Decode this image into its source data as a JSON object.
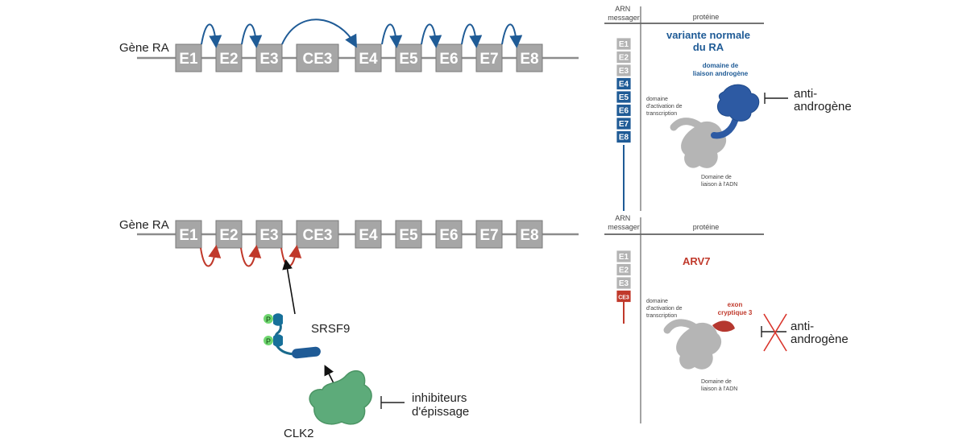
{
  "top": {
    "gene_label": "Gène RA",
    "exons": [
      "E1",
      "E2",
      "E3",
      "CE3",
      "E4",
      "E5",
      "E6",
      "E7",
      "E8"
    ],
    "mrna_header": "ARN messager",
    "protein_header": "protéine",
    "mrna_exons": [
      "E1",
      "E2",
      "E3",
      "E4",
      "E5",
      "E6",
      "E7",
      "E8"
    ],
    "variant_title_line1": "variante normale",
    "variant_title_line2": "du RA",
    "ligand_domain_line1": "domaine de",
    "ligand_domain_line2": "liaison androgène",
    "activation_line1": "domaine",
    "activation_line2": "d'activation de",
    "activation_line3": "transcription",
    "dna_line1": "Domaine de",
    "dna_line2": "liaison à l'ADN",
    "anti_line1": "anti-",
    "anti_line2": "androgène"
  },
  "bottom": {
    "gene_label": "Gène RA",
    "exons": [
      "E1",
      "E2",
      "E3",
      "CE3",
      "E4",
      "E5",
      "E6",
      "E7",
      "E8"
    ],
    "srsf9_label": "SRSF9",
    "phospho_label": "P",
    "clk2_label": "CLK2",
    "inhibitor_line1": "inhibiteurs",
    "inhibitor_line2": "d'épissage",
    "mrna_header": "ARN messager",
    "protein_header": "protéine",
    "mrna_exons": [
      "E1",
      "E2",
      "E3",
      "CE3"
    ],
    "arv7_title": "ARV7",
    "cryptic_line1": "exon",
    "cryptic_line2": "cryptique 3",
    "activation_line1": "domaine",
    "activation_line2": "d'activation de",
    "activation_line3": "transcription",
    "dna_line1": "Domaine de",
    "dna_line2": "liaison à l'ADN",
    "anti_line1": "anti-",
    "anti_line2": "androgène"
  },
  "colors": {
    "exon_gray": "#a6a6a6",
    "normal_blue": "#1f5b96",
    "variant_red": "#c0392b",
    "clk2_green": "#5dab7a",
    "phospho_green": "#6fd66f"
  }
}
